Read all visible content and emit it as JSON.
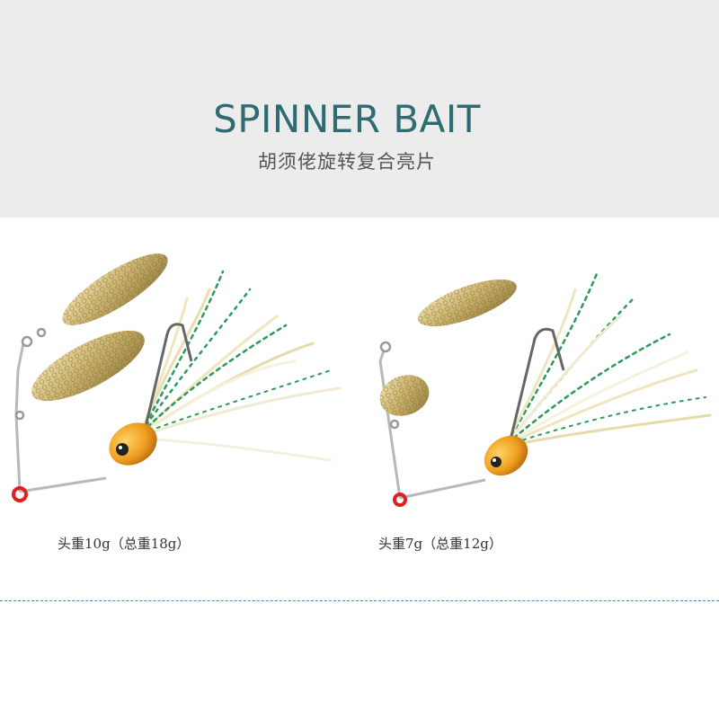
{
  "header": {
    "title": "SPINNER BAIT",
    "subtitle": "胡须佬旋转复合亮片"
  },
  "products": [
    {
      "caption": "头重10g（总重18g）",
      "icon": "spinnerbait-large-image"
    },
    {
      "caption": "头重7g（总重12g）",
      "icon": "spinnerbait-small-image"
    }
  ],
  "colors": {
    "header_bg": "#ececec",
    "title": "#2f6b73",
    "blade_gold": "#d8c58a",
    "head_orange": "#f0a020",
    "skirt_green": "#2e9a5a",
    "skirt_cream": "#efe6c0",
    "divider": "#4a8aa0"
  }
}
